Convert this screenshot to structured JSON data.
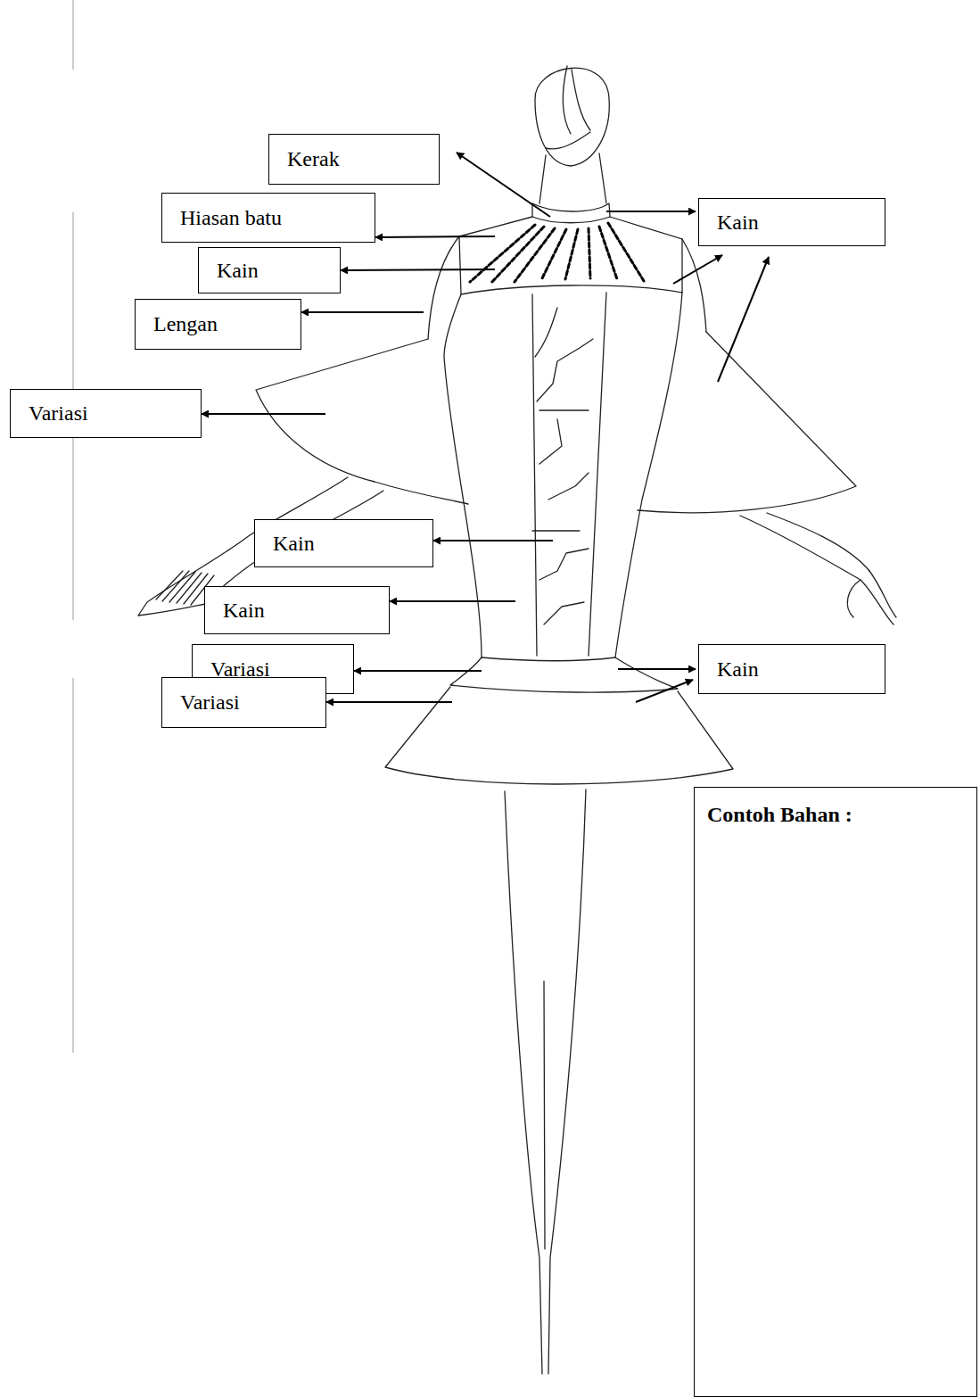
{
  "diagram": {
    "nodes": [
      {
        "text": [
          "Kerak"
        ]
      },
      {
        "text": [
          "Hiasan batu"
        ]
      },
      {
        "text": [
          "Kain"
        ]
      },
      {
        "text": [
          "Kain"
        ]
      },
      {
        "text": [
          "Lengan"
        ]
      },
      {
        "text": [
          "Variasi"
        ]
      },
      {
        "text": [
          "Kain"
        ]
      },
      {
        "text": [
          "Kain"
        ]
      },
      {
        "text": [
          "Variasi"
        ]
      },
      {
        "text": [
          "Kain"
        ]
      },
      {
        "text": [
          "Variasi"
        ]
      },
      {
        "text": [
          "Contoh Bahan :"
        ]
      }
    ]
  }
}
